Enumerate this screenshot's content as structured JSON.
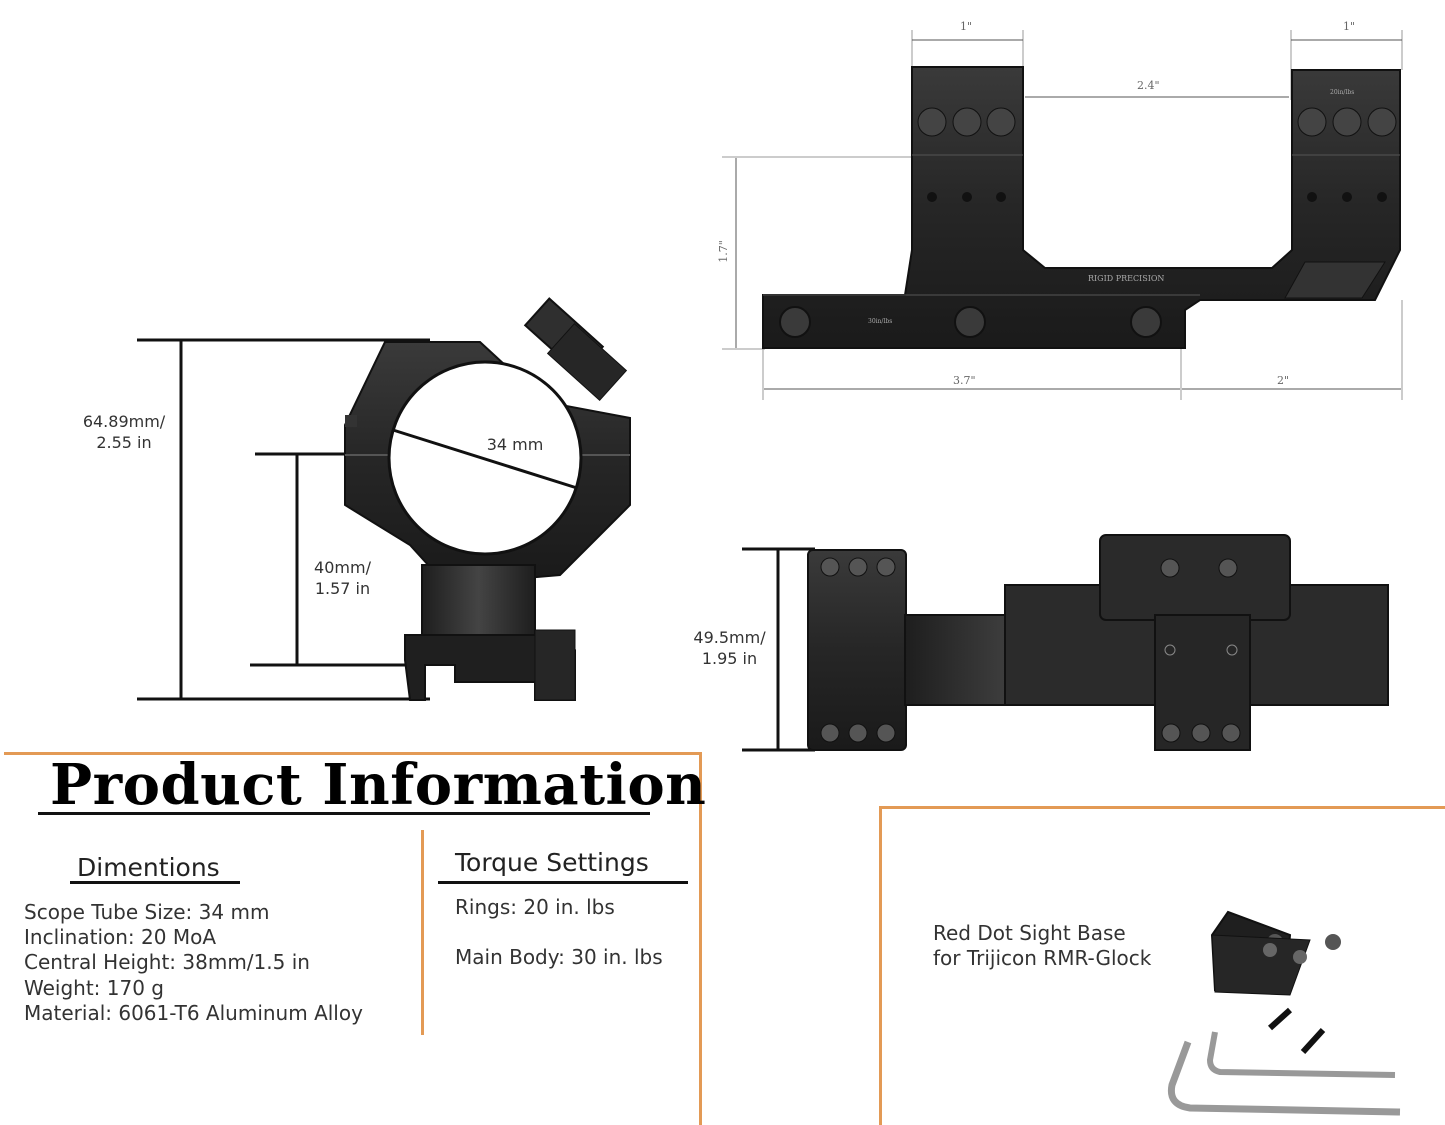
{
  "colors": {
    "accent": "#e39a55",
    "metal": "#2b2b2b"
  },
  "ring_view": {
    "total_height": "64.89mm/\n2.55 in",
    "center_height": "40mm/\n1.57 in",
    "tube_diameter": "34 mm"
  },
  "side_view": {
    "ring_width_left": "1\"",
    "ring_width_right": "1\"",
    "ring_spacing": "2.4\"",
    "height": "1.7\"",
    "base_length": "3.7\"",
    "cantilever": "2\"",
    "brand_mark": "RIGID PRECISION",
    "torque_mark_ring": "20in/lbs",
    "torque_mark_base": "30in/lbs"
  },
  "top_view": {
    "width": "49.5mm/\n1.95 in"
  },
  "product_info": {
    "title": "Product Information",
    "dimensions_heading": "Dimentions",
    "dimensions": [
      "Scope Tube Size: 34 mm",
      "Inclination: 20 MoA",
      "Central Height: 38mm/1.5 in",
      "Weight: 170 g",
      "Material: 6061-T6 Aluminum Alloy"
    ],
    "torque_heading": "Torque Settings",
    "torque": [
      "Rings: 20 in. lbs",
      "Main Body: 30 in. lbs"
    ]
  },
  "accessory": {
    "caption_line1": "Red Dot Sight Base",
    "caption_line2": "for Trijicon RMR-Glock"
  }
}
